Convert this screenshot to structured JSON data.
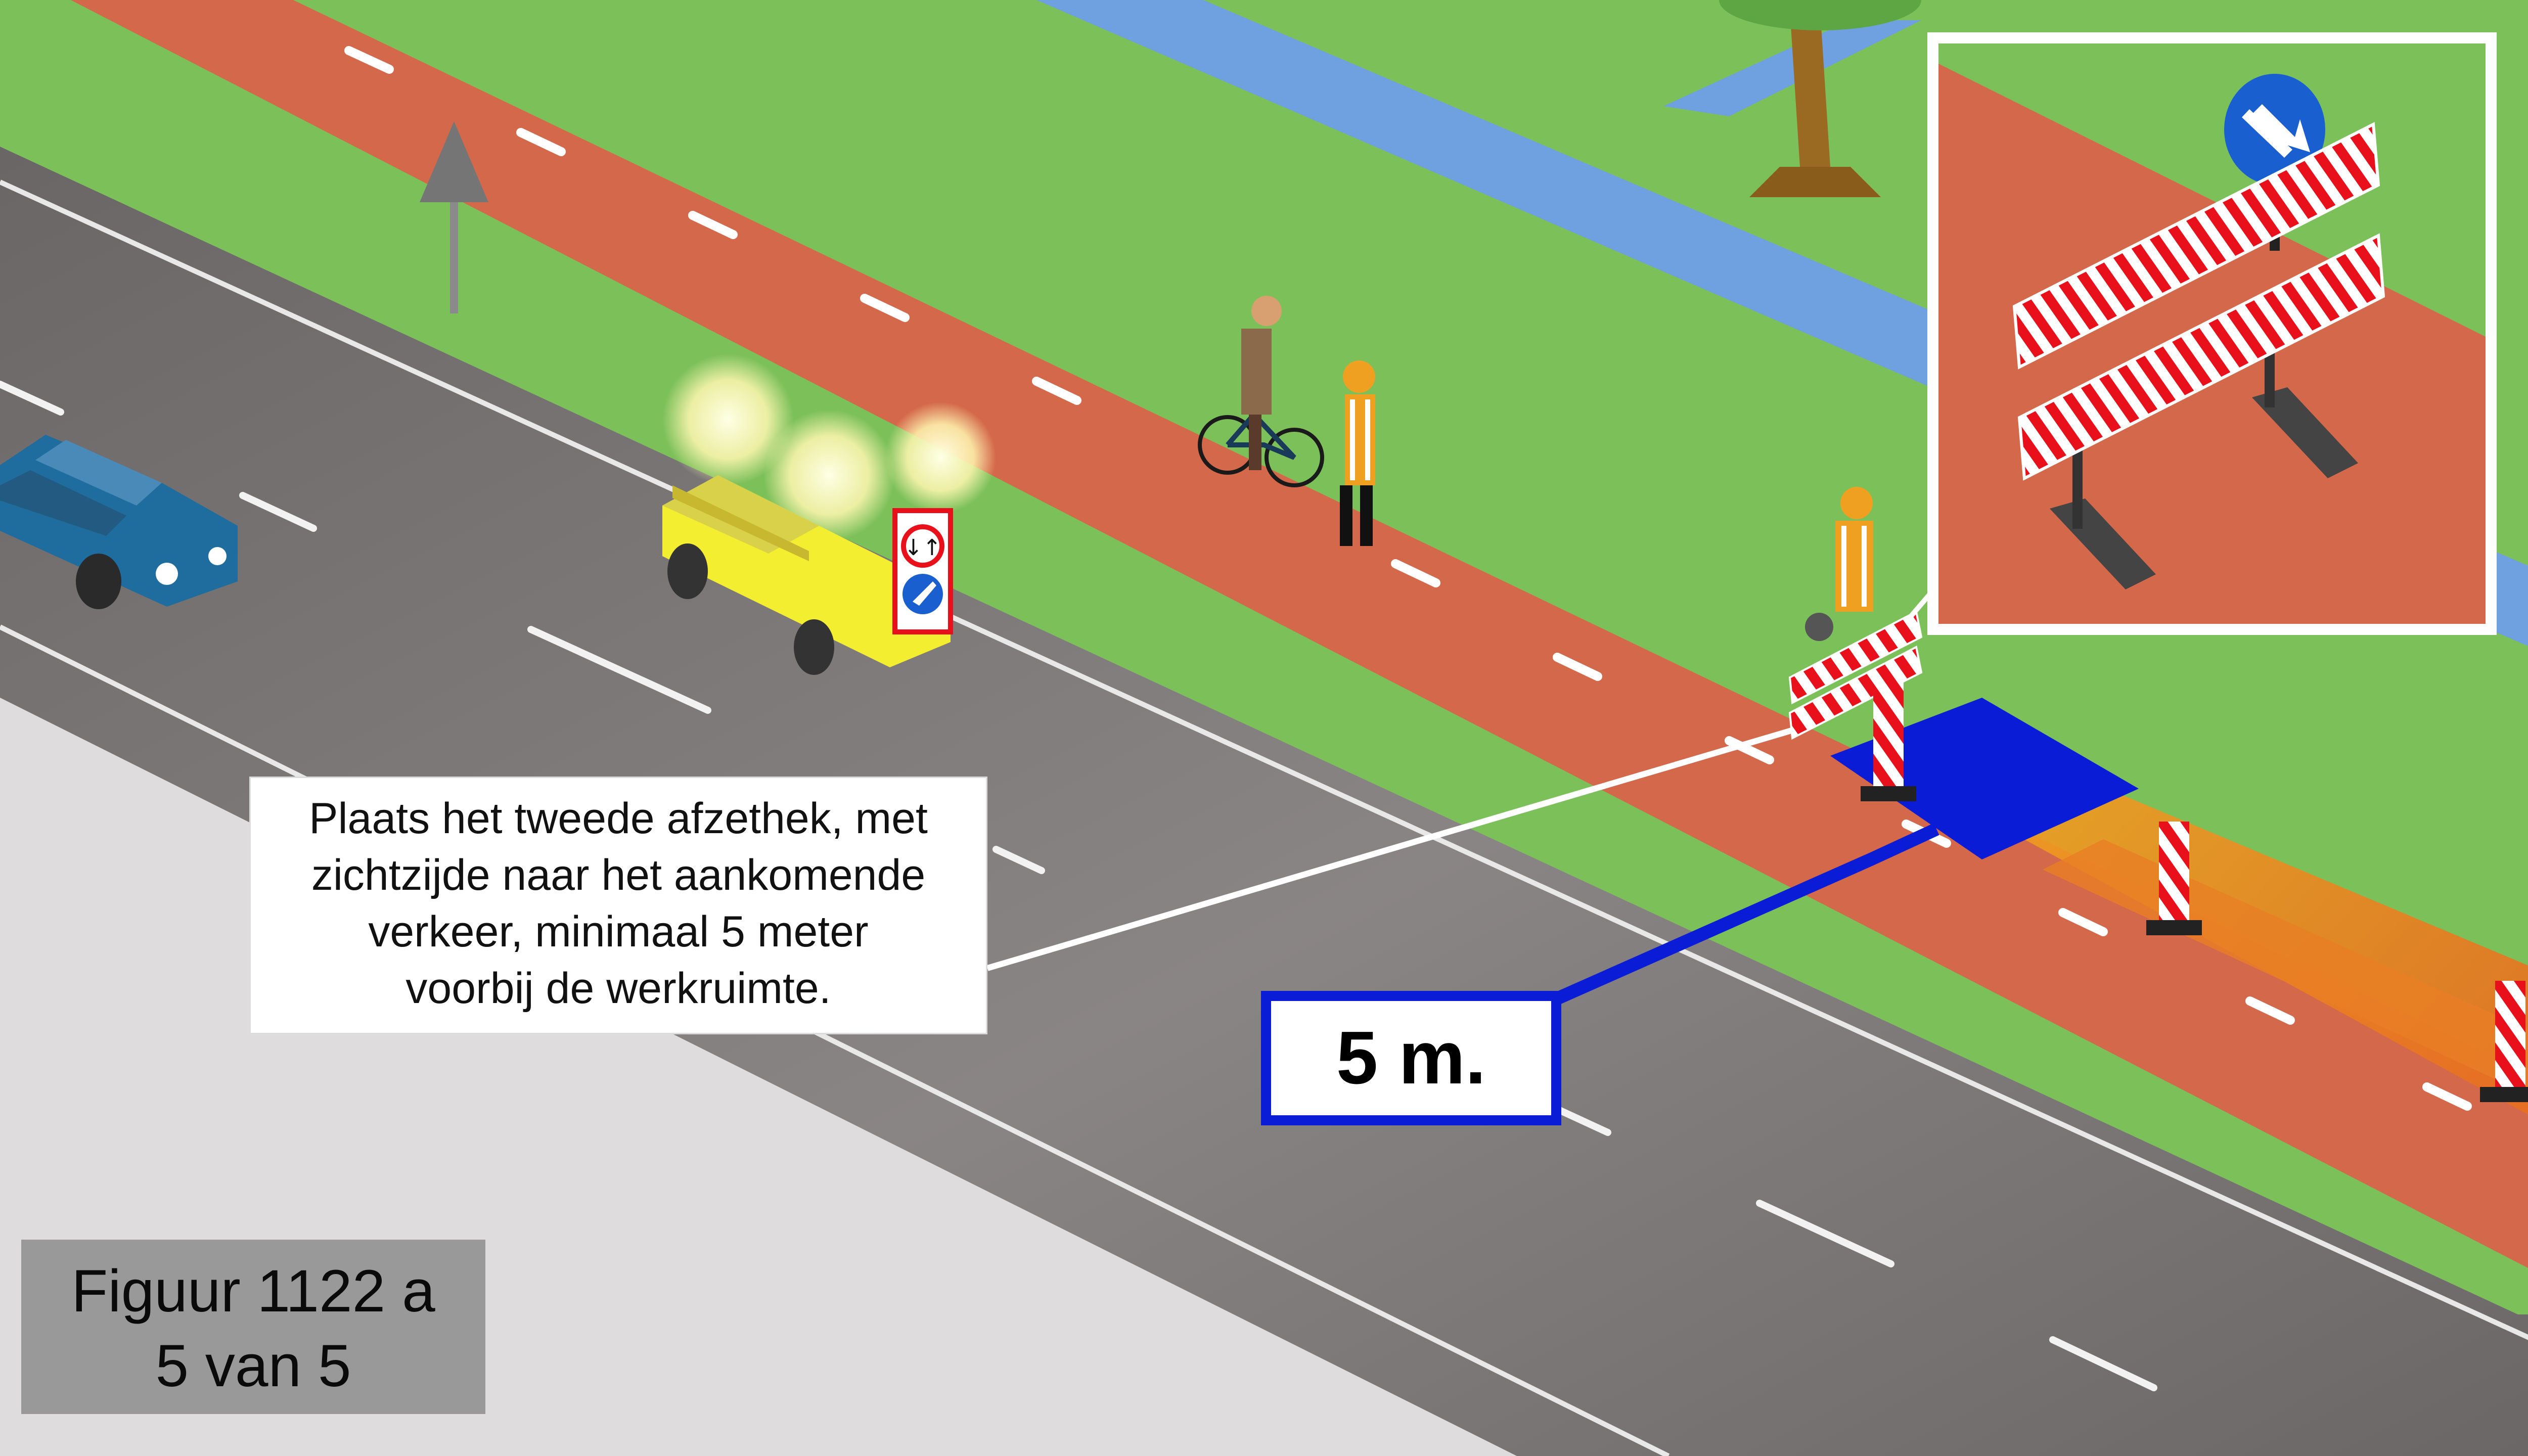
{
  "callout": {
    "line1": "Plaats het tweede afzethek, met",
    "line2": "zichtzijde naar het aankomende",
    "line3": "verkeer, minimaal 5 meter",
    "line4": "voorbij de werkruimte."
  },
  "distance_label": "5 m.",
  "figure": {
    "line1": "Figuur 1122 a",
    "line2": "5 van 5"
  },
  "colors": {
    "grass": "#7cc05a",
    "cycle_path": "#d4684a",
    "road": "#6e6a6a",
    "work_zone_blue": "#0b1cd6",
    "water": "#6fa0e0",
    "barrier_red": "#e8101a",
    "sign_blue": "#1a5fd0"
  },
  "icons": [
    "road-sign-arrow-icon",
    "car-icon",
    "warning-trailer-icon",
    "cyclist-icon",
    "worker-icon",
    "barrier-icon",
    "beacon-icon",
    "tree-icon",
    "keep-right-sign-icon"
  ]
}
